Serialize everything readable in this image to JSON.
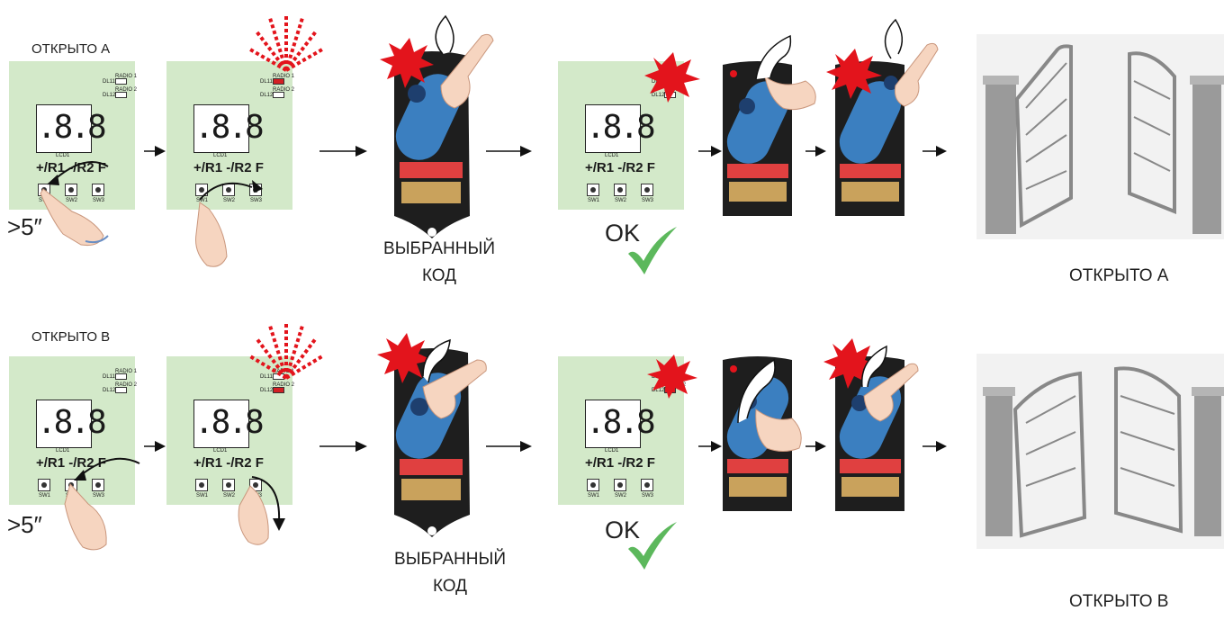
{
  "rows": [
    {
      "section_label": "ОТКРЫТО A",
      "hold_time": ">5″",
      "code_label_line1": "ВЫБРАННЫЙ",
      "code_label_line2": "КОД",
      "ok_text": "OK",
      "gate_label": "ОТКРЫТО A",
      "active_led": "DL11",
      "pressed_key": "SW1"
    },
    {
      "section_label": "ОТКРЫТО B",
      "hold_time": ">5″",
      "code_label_line1": "ВЫБРАННЫЙ",
      "code_label_line2": "КОД",
      "ok_text": "OK",
      "gate_label": "ОТКРЫТО B",
      "active_led": "DL12",
      "pressed_key": "SW2"
    }
  ],
  "board": {
    "display": ".8.8",
    "display_label": "LCD1",
    "keys_label": "+/R1 -/R2  F",
    "radio1": "RADIO 1",
    "radio2": "RADIO 2",
    "led1": "DL11",
    "led2": "DL12",
    "sw1": "SW1",
    "sw2": "SW2",
    "sw3": "SW3"
  },
  "colors": {
    "board": "#d3e9c9",
    "led_active": "#d31f24",
    "flash": "#e3141c",
    "check": "#5cb85c",
    "remote_body": "#1e1e1e",
    "remote_button": "#3b7fc0",
    "dip_switch": "#e04040",
    "finger": "#f6d5c0"
  },
  "icons": [
    "finger-icon",
    "arrow-icon",
    "flash-icon",
    "check-icon",
    "remote-icon",
    "gate-icon",
    "signal-icon"
  ]
}
